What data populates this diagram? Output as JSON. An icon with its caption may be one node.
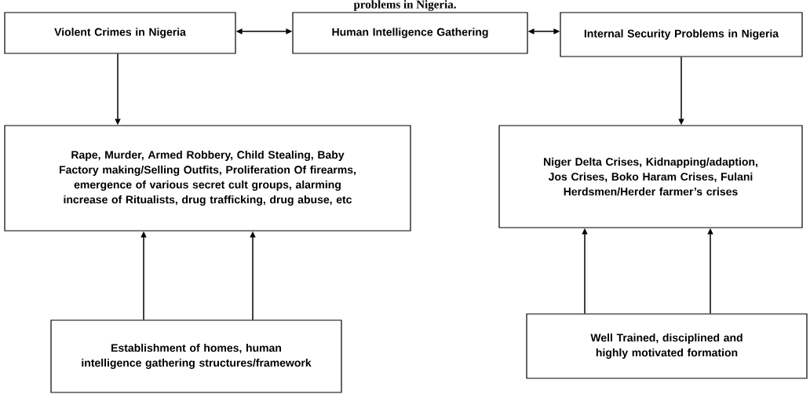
{
  "diagram": {
    "title": "problems in Nigeria.",
    "nodes": [
      {
        "text": [
          "Violent Crimes in Nigeria"
        ]
      },
      {
        "text": [
          "Human Intelligence Gathering"
        ]
      },
      {
        "text": [
          "Internal Security Problems in Nigeria"
        ]
      },
      {
        "text": [
          "Rape, Murder, Armed Robbery, Child Stealing, Baby Factory making/Selling Outfits, Proliferation Of firearms, emergence of various secret cult groups, alarming increase of Ritualists, drug trafficking, drug abuse, etc"
        ]
      },
      {
        "text": [
          "Niger Delta Crises, Kidnapping/adaption, Jos Crises, Boko Haram Crises, Fulani Herdsmen/Herder farmer’s crises"
        ]
      },
      {
        "text": [
          "Establishment of homes, human intelligence gathering structures/framework"
        ]
      },
      {
        "text": [
          "Well Trained, disciplined and highly motivated formation"
        ]
      }
    ],
    "edges": [
      {
        "from": 0,
        "to": 1,
        "arrow": "both"
      },
      {
        "from": 1,
        "to": 2,
        "arrow": "both"
      },
      {
        "from": 0,
        "to": 3,
        "arrow": "to"
      },
      {
        "from": 2,
        "to": 4,
        "arrow": "to"
      },
      {
        "from": 5,
        "to": 3,
        "arrow": "to"
      },
      {
        "from": 5,
        "to": 3,
        "arrow": "to"
      },
      {
        "from": 6,
        "to": 4,
        "arrow": "to"
      },
      {
        "from": 6,
        "to": 4,
        "arrow": "to"
      }
    ]
  }
}
